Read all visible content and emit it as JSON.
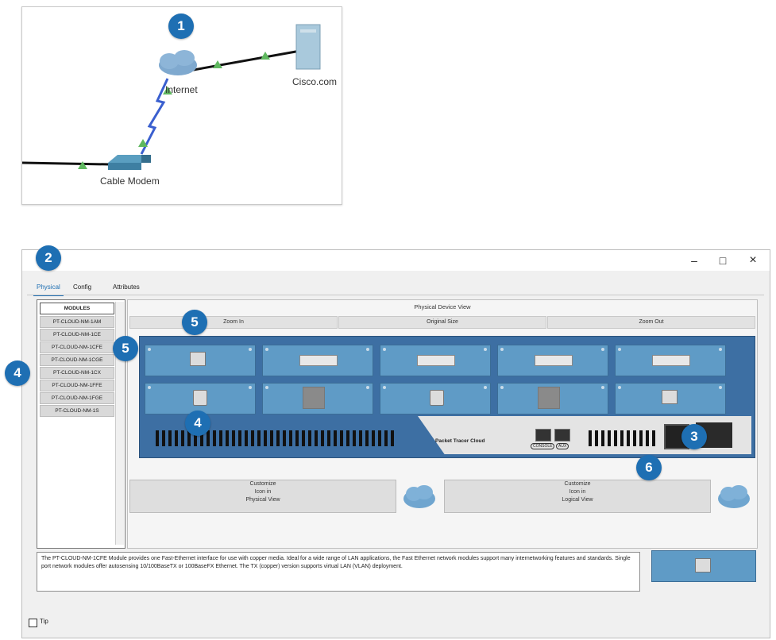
{
  "topology": {
    "internet_label": "Internet",
    "server_label": "Cisco.com",
    "modem_label": "Cable Modem"
  },
  "badges": {
    "internet": "1",
    "window_title": "2",
    "power_switch": "3",
    "module_list": "4",
    "empty_slot": "4",
    "module_item": "5",
    "installed_port": "5",
    "power_indicator": "6"
  },
  "window": {
    "minimize": "–",
    "maximize": "□",
    "close": "×",
    "tabs": [
      "Physical",
      "Config",
      "Attributes"
    ],
    "active_tab": "Physical"
  },
  "modules": {
    "header": "MODULES",
    "items": [
      "PT-CLOUD-NM-1AM",
      "PT-CLOUD-NM-1CE",
      "PT-CLOUD-NM-1CFE",
      "PT-CLOUD-NM-1CGE",
      "PT-CLOUD-NM-1CX",
      "PT-CLOUD-NM-1FFE",
      "PT-CLOUD-NM-1FGE",
      "PT-CLOUD-NM-1S"
    ]
  },
  "physical_view": {
    "title": "Physical Device View",
    "zoom_in": "Zoom In",
    "original_size": "Original Size",
    "zoom_out": "Zoom Out",
    "device_name": "Packet Tracer Cloud",
    "console": "CONSOLE",
    "aux": "AUX",
    "customize_physical": "Customize\nIcon in\nPhysical View",
    "customize_logical": "Customize\nIcon in\nLogical View"
  },
  "description": "The PT-CLOUD-NM-1CFE Module provides one Fast-Ethernet interface for use with copper media. Ideal for a wide range of LAN applications, the Fast Ethernet network modules support many internetworking features and standards. Single port network modules offer autosensing 10/100BaseTX or 100BaseFX Ethernet. The TX (copper) version supports virtual LAN (VLAN) deployment.",
  "tip_label": "Tip",
  "colors": {
    "badge": "#1e6fb3",
    "device": "#3d6fa3",
    "slot": "#5f9bc6",
    "cable": "#111111",
    "serial": "#3a5fcf",
    "link_light": "#5fb85f"
  }
}
